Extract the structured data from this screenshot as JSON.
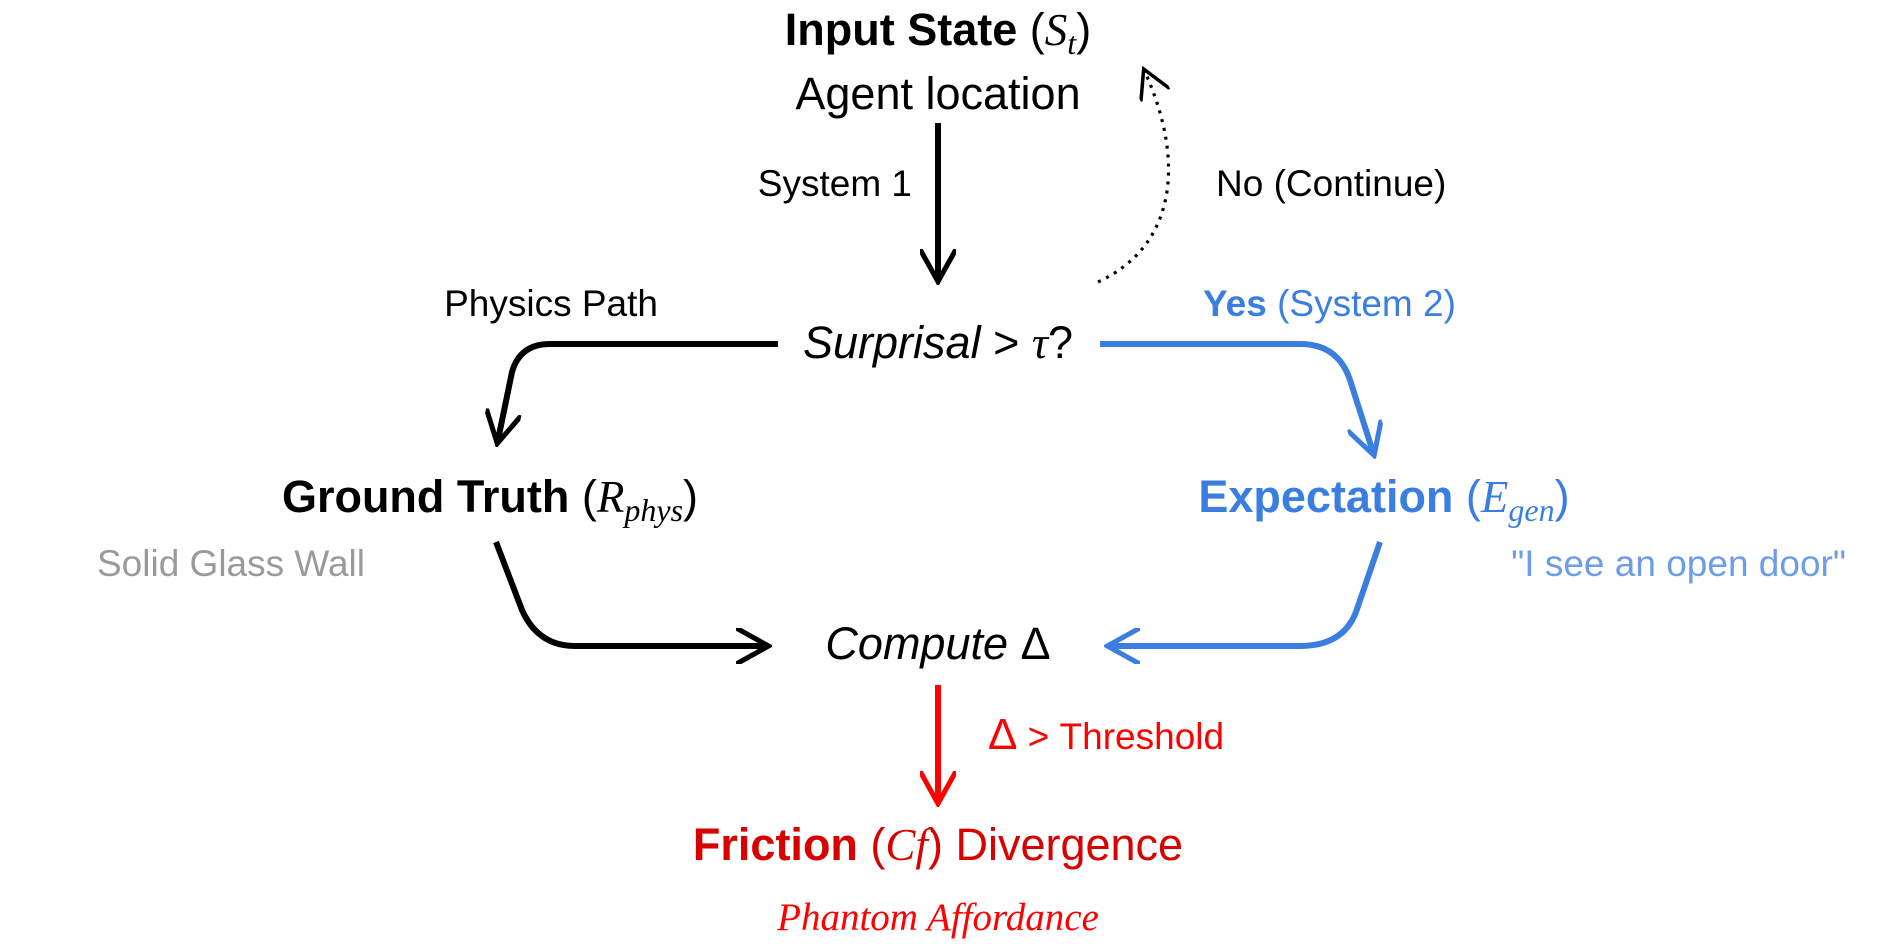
{
  "colors": {
    "black": "#000000",
    "blue": "#3a7ee0",
    "light_blue": "#6e9de8",
    "gray": "#9a9a9a",
    "red": "#ff0000",
    "dark_red": "#d90000"
  },
  "nodes": {
    "input": {
      "title_bold": "Input State",
      "paren_open": " (",
      "symbol": "S",
      "subscript": "t",
      "paren_close": ")",
      "subtitle": "Agent location"
    },
    "decision": {
      "word": "Surprisal",
      "comparator": " > ",
      "tau": "τ",
      "question": "?"
    },
    "ground_truth": {
      "title_bold": "Ground Truth",
      "paren_open": " (",
      "symbol": "R",
      "subscript": "phys",
      "paren_close": ")",
      "note": "Solid Glass Wall"
    },
    "expectation": {
      "title_bold": "Expectation",
      "paren_open": " (",
      "symbol": "E",
      "subscript": "gen",
      "paren_close": ")",
      "note": "\"I see an open door\""
    },
    "compute": {
      "word": "Compute",
      "delta": " Δ"
    },
    "friction": {
      "title_bold": "Friction",
      "paren_open": " (",
      "symbol": "Cf",
      "paren_close": ")",
      "rest": " Divergence",
      "note": "Phantom Affordance"
    }
  },
  "edges": {
    "system1": "System 1",
    "no_continue": "No (Continue)",
    "physics_path": "Physics Path",
    "yes_bold": "Yes",
    "yes_rest": " (System 2)",
    "delta_sym": "Δ",
    "threshold_rest": " > Threshold"
  }
}
